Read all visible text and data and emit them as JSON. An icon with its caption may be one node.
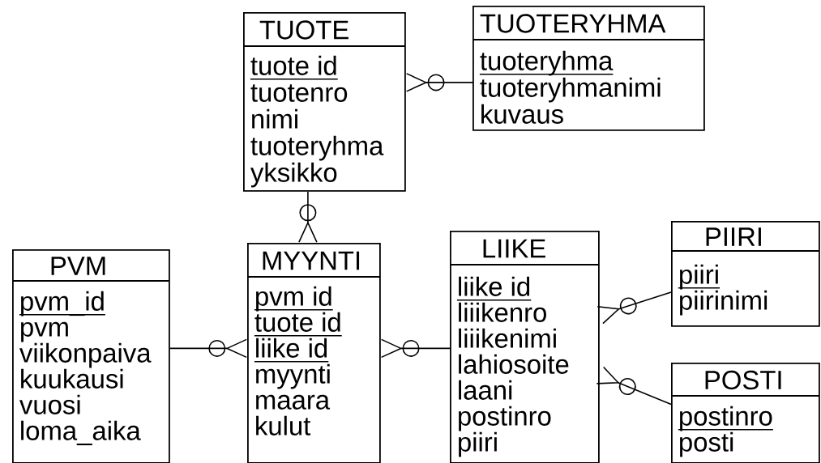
{
  "diagram": {
    "nodes": [
      {
        "text": [
          "TUOTE",
          "tuote id",
          "tuotenro",
          "nimi",
          "tuoteryhma",
          "yksikko"
        ]
      },
      {
        "text": [
          "TUOTERYHMA",
          "tuoteryhma",
          "tuoteryhmanimi",
          "kuvaus"
        ]
      },
      {
        "text": [
          "PVM",
          "pvm_id",
          "pvm",
          "viikonpaiva",
          "kuukausi",
          "vuosi",
          "loma_aika"
        ]
      },
      {
        "text": [
          "MYYNTI",
          "pvm id",
          "tuote id",
          "liike id",
          "myynti",
          "maara",
          "kulut"
        ]
      },
      {
        "text": [
          "LIIKE",
          "liike id",
          "liiikenro",
          "liiikenimi",
          "lahiosoite",
          "laani",
          "postinro",
          "piiri"
        ]
      },
      {
        "text": [
          "PIIRI",
          "piiri",
          "piirinimi"
        ]
      },
      {
        "text": [
          "POSTI",
          "postinro",
          "posti"
        ]
      }
    ],
    "edges": [
      {
        "from": 1,
        "to": 0,
        "arrow": "other"
      },
      {
        "from": 0,
        "to": 3,
        "arrow": "other"
      },
      {
        "from": 2,
        "to": 3,
        "arrow": "other"
      },
      {
        "from": 4,
        "to": 3,
        "arrow": "other"
      },
      {
        "from": 5,
        "to": 4,
        "arrow": "other"
      },
      {
        "from": 6,
        "to": 4,
        "arrow": "other"
      }
    ]
  }
}
